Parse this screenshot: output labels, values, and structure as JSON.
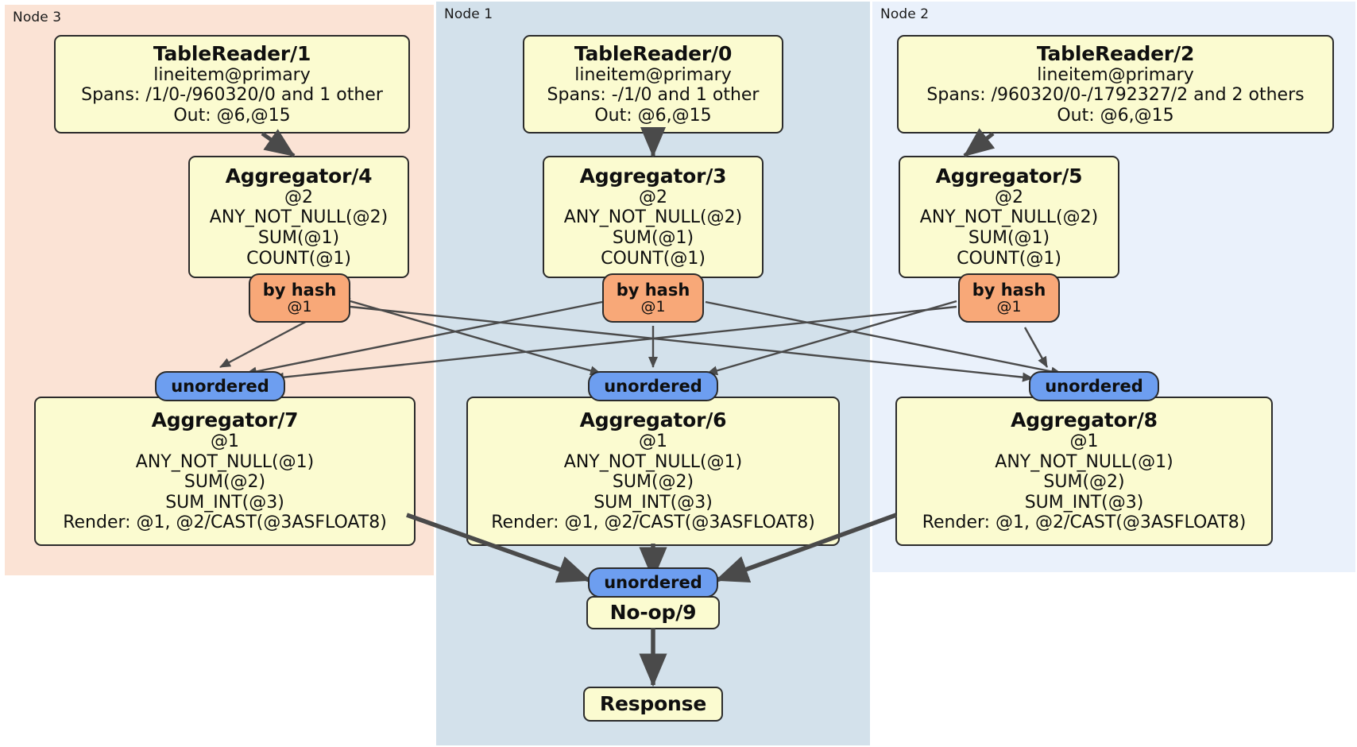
{
  "diagram": {
    "type": "distributed-query-plan",
    "panels": [
      {
        "key": "node3",
        "label": "Node 3",
        "color": "#fbe3d5"
      },
      {
        "key": "node1",
        "label": "Node 1",
        "color": "#d3e1eb"
      },
      {
        "key": "node2",
        "label": "Node 2",
        "color": "#eaf1fb"
      }
    ],
    "boxes": {
      "tablereader1": {
        "title": "TableReader/1",
        "lines": [
          "lineitem@primary",
          "Spans: /1/0-/960320/0 and 1 other",
          "Out: @6,@15"
        ]
      },
      "tablereader0": {
        "title": "TableReader/0",
        "lines": [
          "lineitem@primary",
          "Spans: -/1/0 and 1 other",
          "Out: @6,@15"
        ]
      },
      "tablereader2": {
        "title": "TableReader/2",
        "lines": [
          "lineitem@primary",
          "Spans: /960320/0-/1792327/2 and 2 others",
          "Out: @6,@15"
        ]
      },
      "aggregator4": {
        "title": "Aggregator/4",
        "lines": [
          "@2",
          "ANY_NOT_NULL(@2)",
          "SUM(@1)",
          "COUNT(@1)"
        ]
      },
      "aggregator3": {
        "title": "Aggregator/3",
        "lines": [
          "@2",
          "ANY_NOT_NULL(@2)",
          "SUM(@1)",
          "COUNT(@1)"
        ]
      },
      "aggregator5": {
        "title": "Aggregator/5",
        "lines": [
          "@2",
          "ANY_NOT_NULL(@2)",
          "SUM(@1)",
          "COUNT(@1)"
        ]
      },
      "aggregator7": {
        "title": "Aggregator/7",
        "lines": [
          "@1",
          "ANY_NOT_NULL(@1)",
          "SUM(@2)",
          "SUM_INT(@3)",
          "Render: @1, @2/CAST(@3ASFLOAT8)"
        ]
      },
      "aggregator6": {
        "title": "Aggregator/6",
        "lines": [
          "@1",
          "ANY_NOT_NULL(@1)",
          "SUM(@2)",
          "SUM_INT(@3)",
          "Render: @1, @2/CAST(@3ASFLOAT8)"
        ]
      },
      "aggregator8": {
        "title": "Aggregator/8",
        "lines": [
          "@1",
          "ANY_NOT_NULL(@1)",
          "SUM(@2)",
          "SUM_INT(@3)",
          "Render: @1, @2/CAST(@3ASFLOAT8)"
        ]
      },
      "noop9": {
        "title": "No-op/9",
        "lines": []
      },
      "response": {
        "title": "Response",
        "lines": []
      }
    },
    "routers": {
      "hash_left": {
        "title": "by hash",
        "sub": "@1"
      },
      "hash_mid": {
        "title": "by hash",
        "sub": "@1"
      },
      "hash_right": {
        "title": "by hash",
        "sub": "@1"
      }
    },
    "synchronizers": {
      "sync_left": {
        "label": "unordered"
      },
      "sync_mid": {
        "label": "unordered"
      },
      "sync_right": {
        "label": "unordered"
      },
      "sync_final": {
        "label": "unordered"
      }
    },
    "colors": {
      "box_fill": "#fbfbd0",
      "router_fill": "#f8a878",
      "sync_fill": "#6d9ef0",
      "stroke": "#2b2b2b",
      "edge": "#4a4a4a"
    }
  }
}
